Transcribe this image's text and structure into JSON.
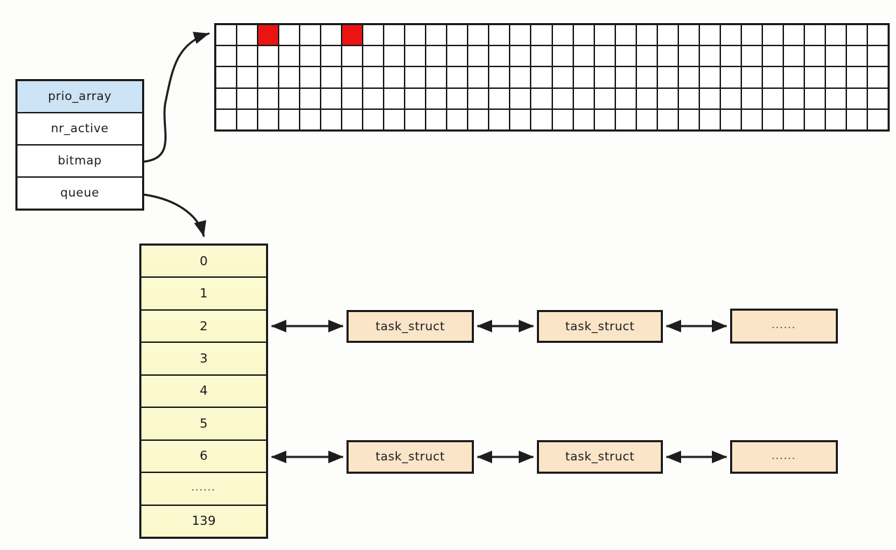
{
  "struct_box": {
    "title": "prio_array",
    "fields": [
      "nr_active",
      "bitmap",
      "queue"
    ]
  },
  "bitmap_grid": {
    "rows": 5,
    "cols": 32,
    "set_bits": [
      [
        0,
        2
      ],
      [
        0,
        6
      ]
    ]
  },
  "queue_array": {
    "cells": [
      "0",
      "1",
      "2",
      "3",
      "4",
      "5",
      "6",
      "......",
      "139"
    ]
  },
  "task_lists": [
    {
      "queue_index": "2",
      "nodes": [
        "task_struct",
        "task_struct",
        "......"
      ]
    },
    {
      "queue_index": "6",
      "nodes": [
        "task_struct",
        "task_struct",
        "......"
      ]
    }
  ],
  "colors": {
    "canvas-bg": "#fdfdfb",
    "struct-title-bg": "#cde3f6",
    "bit-set": "#ec1313",
    "queue-bg": "#fbf8ca",
    "task-bg": "#fae5c8",
    "line": "#1d1d1d"
  }
}
